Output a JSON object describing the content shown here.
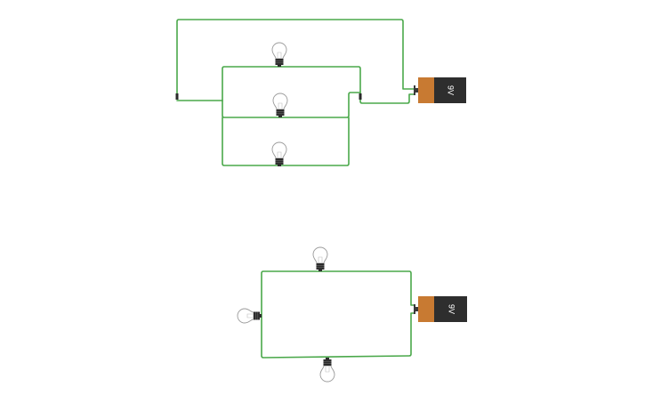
{
  "circuit_parallel": {
    "battery": {
      "label": "9V"
    },
    "bulbs": [
      "bulb-top",
      "bulb-middle",
      "bulb-bottom"
    ]
  },
  "circuit_series": {
    "battery": {
      "label": "9V"
    },
    "bulbs": [
      "bulb-top",
      "bulb-left",
      "bulb-bottom"
    ]
  },
  "colors": {
    "wire": "#4aa84a",
    "battery_body": "#2e2e2e",
    "battery_cap": "#c87a32",
    "bulb_base": "#2b2b2b"
  }
}
